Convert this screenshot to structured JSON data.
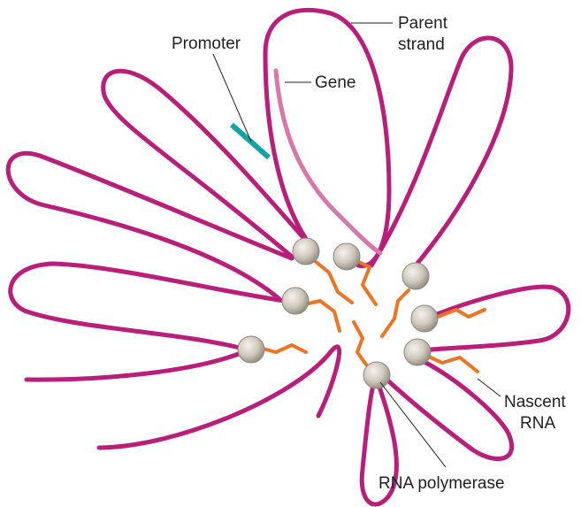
{
  "labels": {
    "promoter": "Promoter",
    "gene": "Gene",
    "parent_strand_line1": "Parent",
    "parent_strand_line2": "strand",
    "nascent_rna_line1": "Nascent",
    "nascent_rna_line2": "RNA",
    "rna_polymerase": "RNA polymerase"
  },
  "colors": {
    "parent_strand": "#b81e7a",
    "gene": "#d678a8",
    "promoter": "#12a3a3",
    "nascent_rna": "#ee7423",
    "polymerase": "#c9c2b6"
  }
}
